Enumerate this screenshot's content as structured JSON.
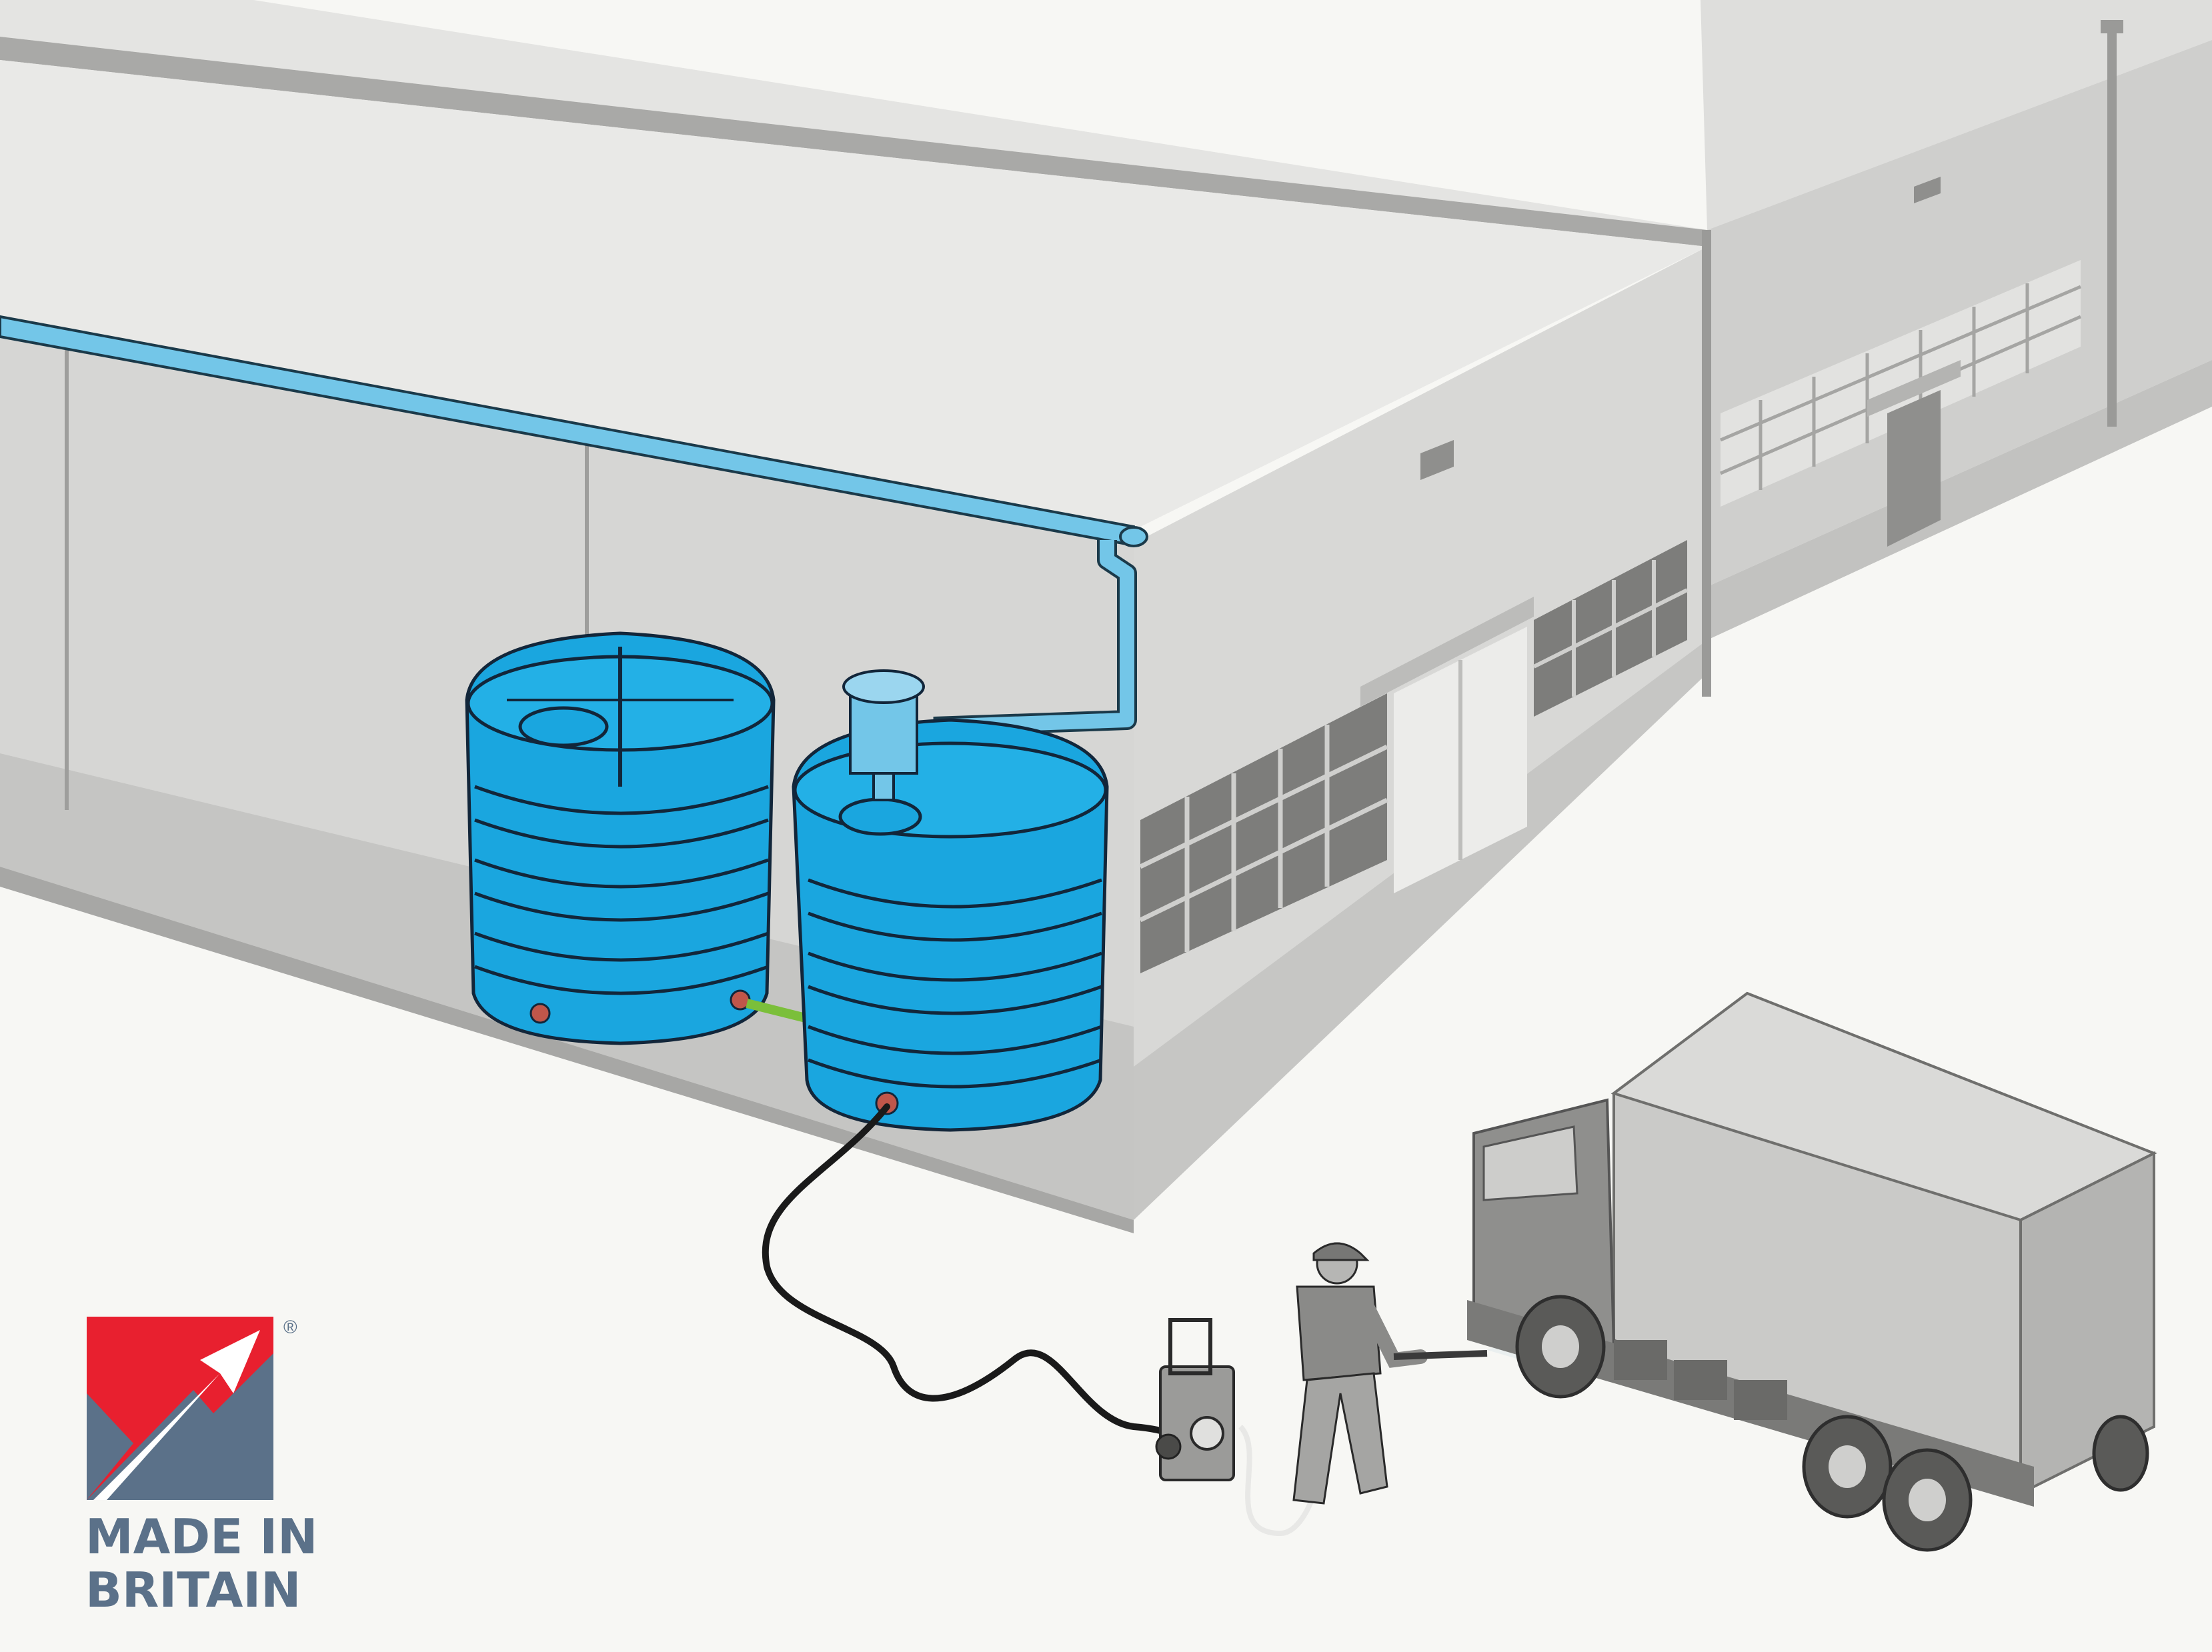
{
  "logo": {
    "line1": "MADE IN",
    "line2": "BRITAIN",
    "registered_mark": "®"
  },
  "colors": {
    "tank_blue": "#1aa6df",
    "gutter_blue": "#73c6e8",
    "roof_light": "#e7e7e5",
    "wall_light": "#d6d6d4",
    "wall_mid": "#b9b9b7",
    "base_grey": "#8c8d8b",
    "ground": "#f7f7f4",
    "logo_red": "#e8202f",
    "logo_slate": "#5b7189"
  },
  "icons": [
    "made-in-britain-logo",
    "water-tank",
    "pressure-washer",
    "truck",
    "worker"
  ]
}
